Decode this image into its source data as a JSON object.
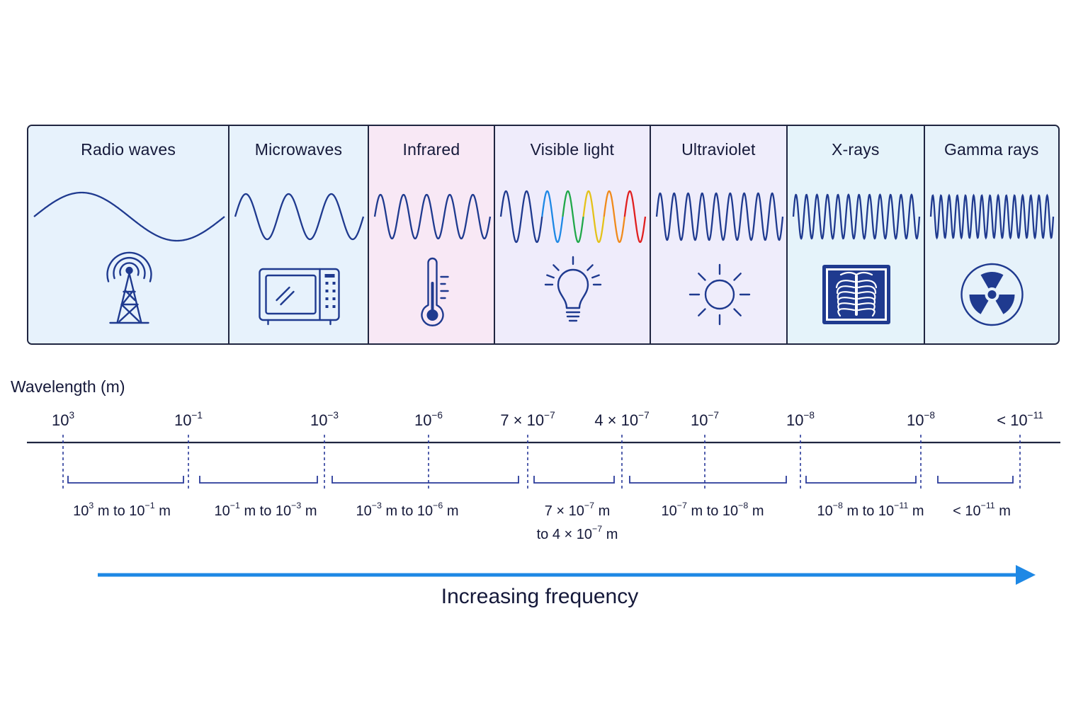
{
  "bands": [
    {
      "key": "radio",
      "title": "Radio waves",
      "icon": "radio-tower-icon",
      "bg": "#e7f2fc"
    },
    {
      "key": "microwave",
      "title": "Microwaves",
      "icon": "microwave-oven-icon",
      "bg": "#e7f2fc"
    },
    {
      "key": "infrared",
      "title": "Infrared",
      "icon": "thermometer-icon",
      "bg": "#f8e8f5"
    },
    {
      "key": "visible",
      "title": "Visible light",
      "icon": "light-bulb-icon",
      "bg": "#efecfb"
    },
    {
      "key": "ultraviolet",
      "title": "Ultraviolet",
      "icon": "sun-icon",
      "bg": "#efedfb"
    },
    {
      "key": "xray",
      "title": "X-rays",
      "icon": "chest-xray-icon",
      "bg": "#e5f3fa"
    },
    {
      "key": "gamma",
      "title": "Gamma rays",
      "icon": "radiation-icon",
      "bg": "#e6f2fa"
    }
  ],
  "axis": {
    "title": "Wavelength (m)",
    "ticks": [
      {
        "base": "10",
        "exp": "3",
        "prefix": ""
      },
      {
        "base": "10",
        "exp": "−1",
        "prefix": ""
      },
      {
        "base": "10",
        "exp": "−3",
        "prefix": ""
      },
      {
        "base": "10",
        "exp": "−6",
        "prefix": ""
      },
      {
        "base": "10",
        "exp": "−7",
        "prefix": "7 × "
      },
      {
        "base": "10",
        "exp": "−7",
        "prefix": "4 × "
      },
      {
        "base": "10",
        "exp": "−7",
        "prefix": ""
      },
      {
        "base": "10",
        "exp": "−8",
        "prefix": ""
      },
      {
        "base": "10",
        "exp": "−8",
        "prefix": ""
      },
      {
        "base": "10",
        "exp": "−11",
        "prefix": "< "
      }
    ],
    "ranges": [
      {
        "line1": [
          "10",
          "3",
          " m to ",
          "10",
          "−1",
          " m"
        ]
      },
      {
        "line1": [
          "10",
          "−1",
          "  m to ",
          "10",
          "−3",
          " m"
        ]
      },
      {
        "line1": [
          "10",
          "−3",
          "  m  to ",
          "10",
          "−6",
          " m"
        ]
      },
      {
        "line1": [
          "7 × ",
          "10",
          "−7",
          " m"
        ],
        "line2": [
          "to 4 × ",
          "10",
          "−7",
          " m"
        ]
      },
      {
        "line1": [
          "10",
          "−7",
          " m to ",
          "10",
          "−8",
          " m"
        ]
      },
      {
        "line1": [
          "10",
          "−8",
          "  m to ",
          "10",
          "−11",
          " m"
        ]
      },
      {
        "line1": [
          "< ",
          "10",
          "−11",
          " m"
        ]
      }
    ]
  },
  "frequency_label": "Increasing frequency",
  "colors": {
    "wave": "#1f3a8f",
    "axis": "#1f2540",
    "tick": "#2a3a9a",
    "arrow": "#1e88e5",
    "visible_spectrum": [
      "#7b3fbf",
      "#1e88e5",
      "#21a84a",
      "#e4c21a",
      "#f08a1c",
      "#e02020"
    ]
  }
}
